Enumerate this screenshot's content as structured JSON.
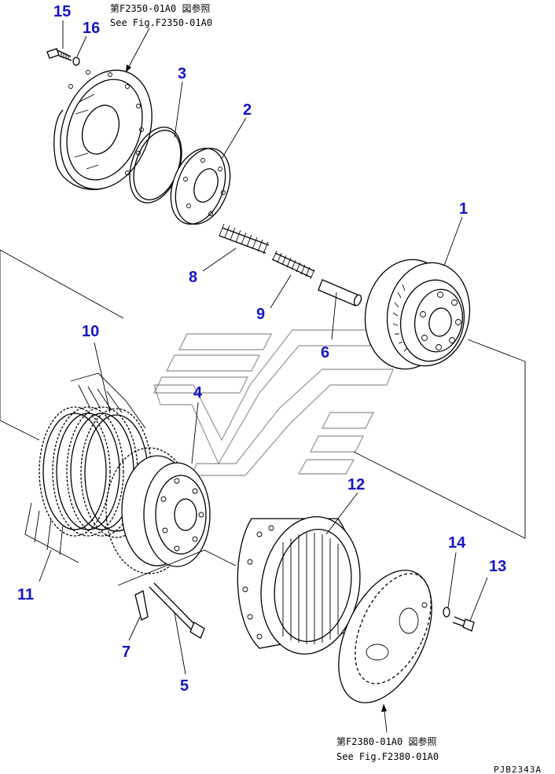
{
  "refs": {
    "top_ja": "第F2350-01A0 図参照",
    "top_en": "See Fig.F2350-01A0",
    "bottom_ja": "第F2380-01A0 図参照",
    "bottom_en": "See Fig.F2380-01A0"
  },
  "drawing_code": "PJB2343A",
  "part_numbers": {
    "p1": "1",
    "p2": "2",
    "p3": "3",
    "p4": "4",
    "p5": "5",
    "p6": "6",
    "p7": "7",
    "p8": "8",
    "p9": "9",
    "p10": "10",
    "p11": "11",
    "p12": "12",
    "p13": "13",
    "p14": "14",
    "p15": "15",
    "p16": "16"
  },
  "colors": {
    "callout": "#1414c8",
    "line": "#000000"
  }
}
